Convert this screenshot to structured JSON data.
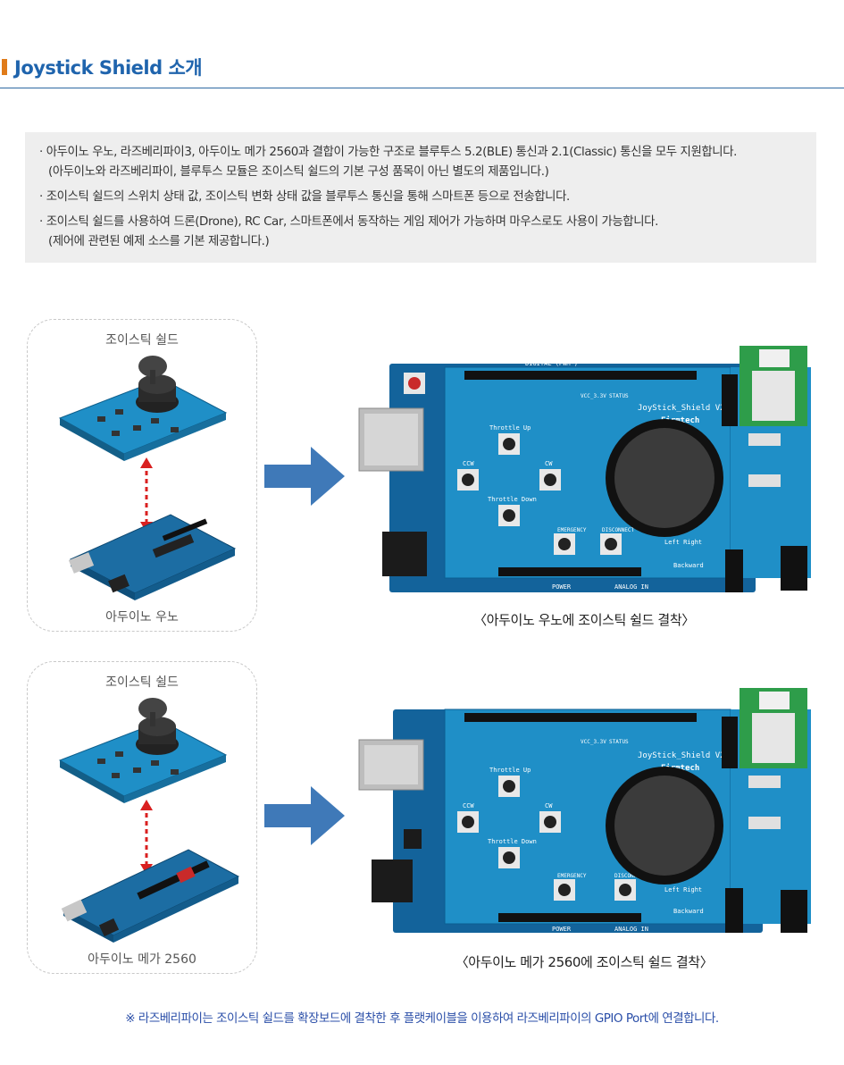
{
  "title": "Joystick Shield 소개",
  "bullets": [
    {
      "line1": "· 아두이노 우노, 라즈베리파이3, 아두이노 메가 2560과 결합이 가능한 구조로 블루투스 5.2(BLE) 통신과 2.1(Classic) 통신을 모두 지원합니다.",
      "line2": "(아두이노와 라즈베리파이, 블루투스 모듈은 조이스틱 쉴드의 기본 구성 품목이 아닌 별도의 제품입니다.)"
    },
    {
      "line1": "· 조이스틱 쉴드의 스위치 상태 값, 조이스틱 변화 상태 값을 블루투스 통신을 통해 스마트폰 등으로 전송합니다.",
      "line2": ""
    },
    {
      "line1": "· 조이스틱 쉴드를 사용하여 드론(Drone), RC Car, 스마트폰에서 동작하는 게임 제어가 가능하며 마우스로도 사용이 가능합니다.",
      "line2": "(제어에 관련된 예제 소스를 기본 제공합니다.)"
    }
  ],
  "section1": {
    "top_label": "조이스틱 쉴드",
    "bottom_label": "아두이노 우노",
    "caption": "〈아두이노 우노에 조이스틱 쉴드 결착〉"
  },
  "section2": {
    "top_label": "조이스틱 쉴드",
    "bottom_label": "아두이노 메가 2560",
    "caption": "〈아두이노 메가 2560에 조이스틱 쉴드 결착〉"
  },
  "board": {
    "name": "JoyStick_Shield V2.2",
    "brand": "Firmtech",
    "digital": "DIGITAL (PWM~)",
    "power": "POWER",
    "analog": "ANALOG IN",
    "throttle_up": "Throttle Up",
    "throttle_down": "Throttle Down",
    "ccw": "CCW",
    "cw": "CW",
    "emergency": "EMERGENCY",
    "disconnect": "DISCONNECT",
    "backward": "Backward",
    "left_right": "Left  Right",
    "status": "STATUS",
    "vcc": "VCC_3.3V"
  },
  "note": "※ 라즈베리파이는 조이스틱 쉴드를 확장보드에 결착한 후 플랫케이블을 이용하여 라즈베리파이의 GPIO Port에 연결합니다.",
  "colors": {
    "accent": "#1f64ad",
    "title_mark": "#e07b1a",
    "board": "#1f8fc7",
    "arrow": "#3f79b8",
    "note": "#2a4ea8"
  }
}
